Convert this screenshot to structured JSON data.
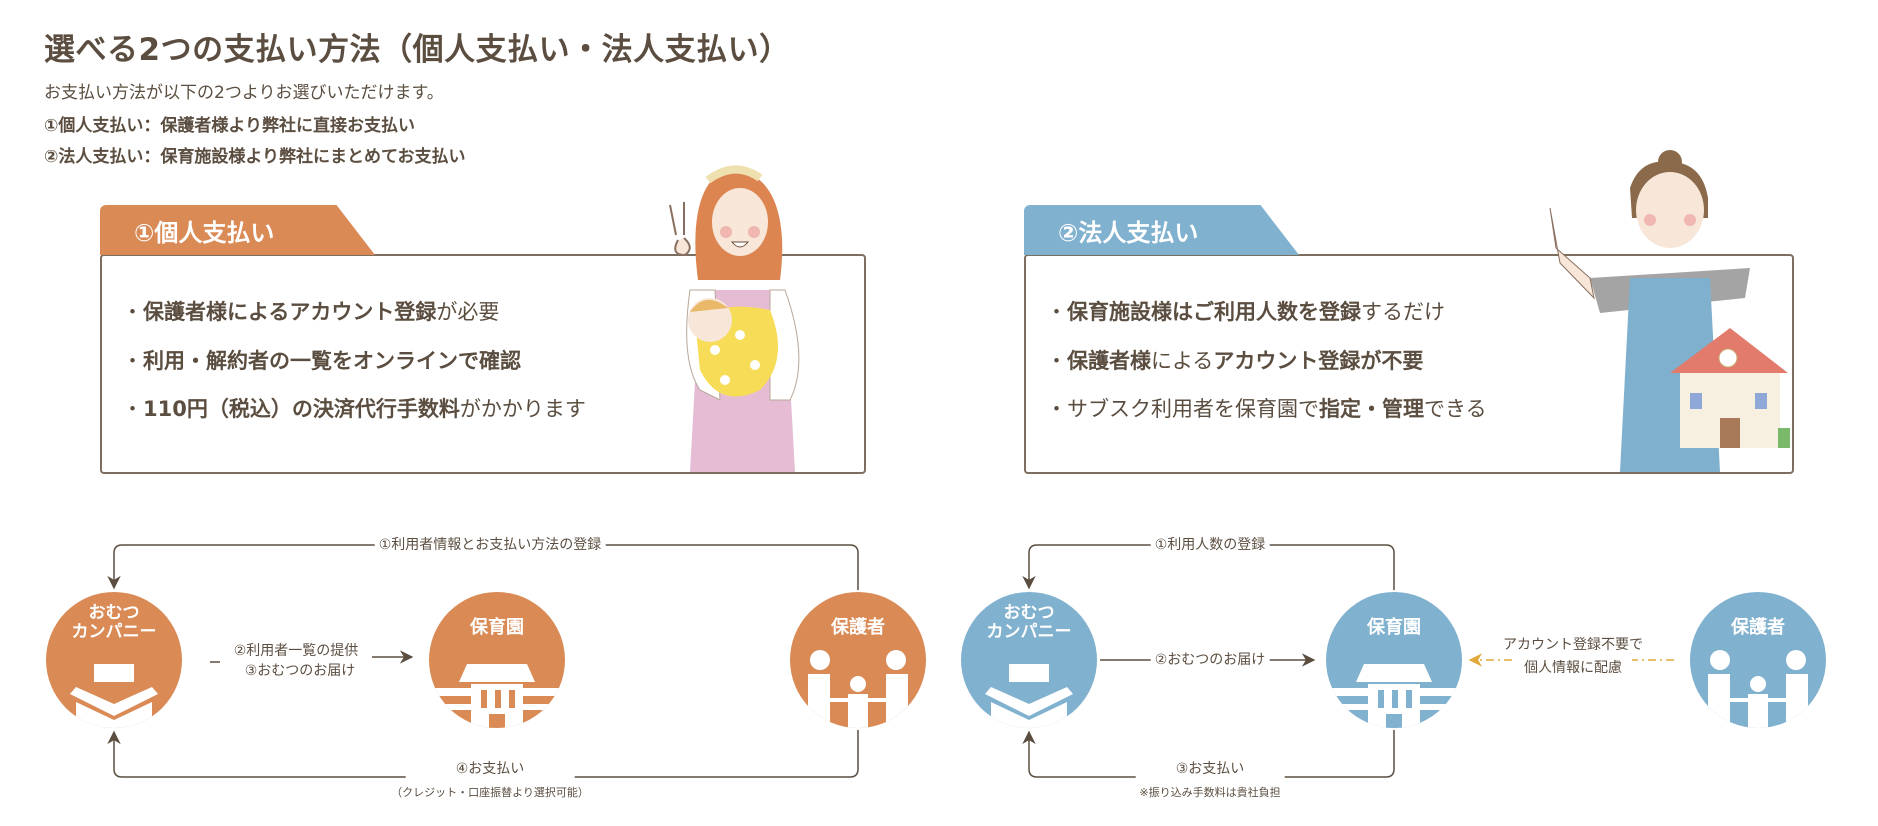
{
  "header": {
    "title": "選べる2つの支払い方法（個人支払い・法人支払い）",
    "intro": "お支払い方法が以下の2つよりお選びいただけます。",
    "line1": "①個人支払い：保護者様より弊社に直接お支払い",
    "line2": "②法人支払い：保育施設様より弊社にまとめてお支払い"
  },
  "colors": {
    "orange": "#d98a55",
    "blue": "#80b1cf",
    "text": "#5b4e40",
    "dashed_arrow": "#e0a93a"
  },
  "personal": {
    "tab": "①個人支払い",
    "bullets": [
      [
        {
          "t": "・",
          "b": false
        },
        {
          "t": "保護者様によるアカウント登録",
          "b": true
        },
        {
          "t": "が必要",
          "b": false
        }
      ],
      [
        {
          "t": "・",
          "b": false
        },
        {
          "t": "利用・解約者の一覧をオンラインで確認",
          "b": true
        }
      ],
      [
        {
          "t": "・",
          "b": false
        },
        {
          "t": "110円（税込）の決済代行手数料",
          "b": true
        },
        {
          "t": "がかかります",
          "b": false
        }
      ]
    ]
  },
  "corporate": {
    "tab": "②法人支払い",
    "bullets": [
      [
        {
          "t": "・",
          "b": false
        },
        {
          "t": "保育施設様はご利用人数を登録",
          "b": true
        },
        {
          "t": "するだけ",
          "b": false
        }
      ],
      [
        {
          "t": "・",
          "b": false
        },
        {
          "t": "保護者様",
          "b": true
        },
        {
          "t": "による",
          "b": false
        },
        {
          "t": "アカウント登録が不要",
          "b": true
        }
      ],
      [
        {
          "t": "・サブスク利用者を保育園で",
          "b": false
        },
        {
          "t": "指定・管理",
          "b": true
        },
        {
          "t": "できる",
          "b": false
        }
      ]
    ]
  },
  "diagram_personal": {
    "company": "おむつ\nカンパニー",
    "nursery": "保育園",
    "guardian": "保護者",
    "step1": "①利用者情報とお支払い方法の登録",
    "step2": "②利用者一覧の提供",
    "step3": "③おむつのお届け",
    "step4": "④お支払い",
    "step4_note": "（クレジット・口座振替より選択可能）"
  },
  "diagram_corporate": {
    "company": "おむつ\nカンパニー",
    "nursery": "保育園",
    "guardian": "保護者",
    "step1": "①利用人数の登録",
    "step2": "②おむつのお届け",
    "step3": "③お支払い",
    "step3_note": "※振り込み手数料は貴社負担",
    "guardian_note1": "アカウント登録不要で",
    "guardian_note2": "個人情報に配慮"
  }
}
